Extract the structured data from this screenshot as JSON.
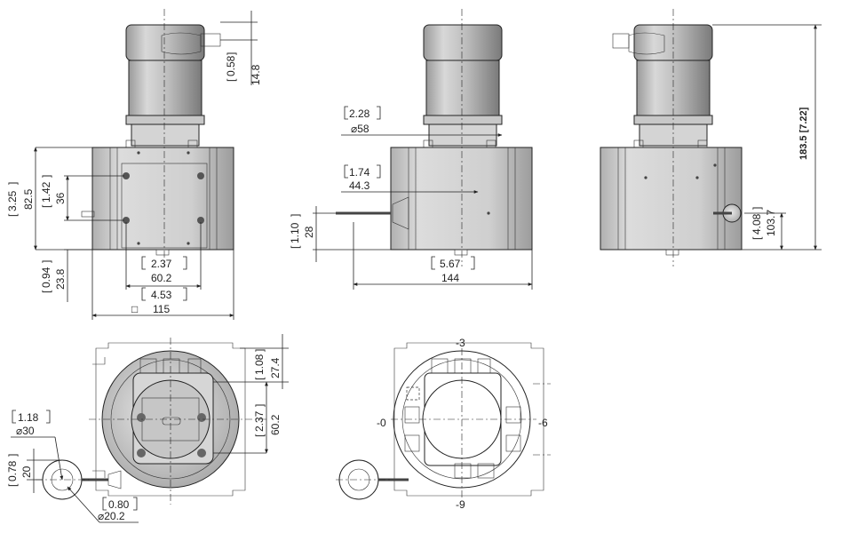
{
  "view_front": {
    "dim_cable_in": "0.58",
    "dim_cable_mm": "14.8",
    "dim_body_in": "3.25",
    "dim_body_mm": "82.5",
    "dim_holes_in": "1.42",
    "dim_holes_mm": "36",
    "dim_base_in": "0.94",
    "dim_base_mm": "23.8",
    "dim_holew_in": "2.37",
    "dim_holew_mm": "60.2",
    "dim_width_in": "4.53",
    "dim_width_mm": "115",
    "square_symbol": "□"
  },
  "view_side": {
    "dim_neck_in": "2.28",
    "dim_neck_mm": "⌀58",
    "dim_drum_in": "1.74",
    "dim_drum_mm": "44.3",
    "dim_exit_in": "1.10",
    "dim_exit_mm": "28",
    "dim_width_in": "5.67",
    "dim_width_mm": "144"
  },
  "view_rear": {
    "dim_eye_in": "4.08",
    "dim_eye_mm": "103.7",
    "dim_total": "183.5 [7.22]"
  },
  "view_top": {
    "dim_ring_in": "1.18",
    "dim_ring_mm": "⌀30",
    "dim_ringh_in": "0.78",
    "dim_ringh_mm": "20",
    "dim_hole_in": "0.80",
    "dim_hole_mm": "⌀20.2",
    "dim_top_in": "1.08",
    "dim_top_mm": "27.4",
    "dim_cent_in": "2.37",
    "dim_cent_mm": "60.2"
  },
  "view_orient": {
    "label_top": "-3",
    "label_left": "-0",
    "label_right": "-6",
    "label_bottom": "-9"
  }
}
